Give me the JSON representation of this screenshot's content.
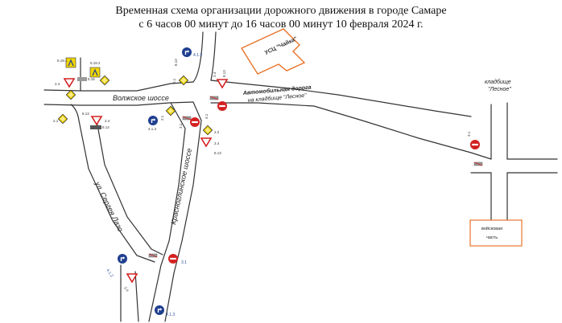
{
  "header": {
    "title_line1": "Временная схема организации дорожного движения в городе Самаре",
    "title_line2": "с 6 часов 00 минут до 16 часов 00 минут 10 февраля 2024 г."
  },
  "roads": {
    "volzhskoe": "Волжское шоссе",
    "krasnoglinskoe": "Красноглинское шоссе",
    "lazo": "ул. Сергея Лазо",
    "cemetery_road_line1": "Автомобильная дорога",
    "cemetery_road_line2": "на кладбище \"Лесное\""
  },
  "places": {
    "usc": "УСЦ \"Чайка\"",
    "cemetery_line1": "кладбище",
    "cemetery_line2": "\"Лесное\"",
    "military_line1": "войсковая",
    "military_line2": "часть"
  },
  "sign_codes": {
    "c_4_1_2_top": "4.1.2",
    "c_8_13_a": "8.13",
    "c_2_1_a": "2.1",
    "c_5_19_1": "5.19.1",
    "c_5_19_2": "5.19.2",
    "c_5_16": "5.16",
    "c_2_4_left": "2.4",
    "c_2_1_b": "2.1",
    "c_2_4_mid": "2.4",
    "c_8_13_mid": "8.13",
    "c_8_13_b": "8.13",
    "c_8_14": "8.14",
    "c_4_1_3_mid": "4.1.3",
    "c_2_1_c": "2.1",
    "c_3_1_a": "3.1",
    "c_2_4_top": "2.4",
    "c_8_13_top": "8.13",
    "c_2_2": "2.2",
    "c_2_4_right": "2.4",
    "c_8_13_right": "8.13",
    "c_3_1_b": "3.1",
    "c_3_1_c": "3.1",
    "c_4_1_2_bottom": "4.1.2",
    "c_2_4_bottom": "2.4",
    "c_4_1_3_bottom": "4.1.3",
    "c_3_1_far": "3.1",
    "c_2_1_d": "2.1"
  },
  "colors": {
    "road": "#333333",
    "prohibition_red": "#d42020",
    "mandatory_blue": "#1f3f8f",
    "priority_yellow": "#f2d500",
    "building_orange": "#e8742a",
    "barrier_gray": "#9a9a9a"
  }
}
